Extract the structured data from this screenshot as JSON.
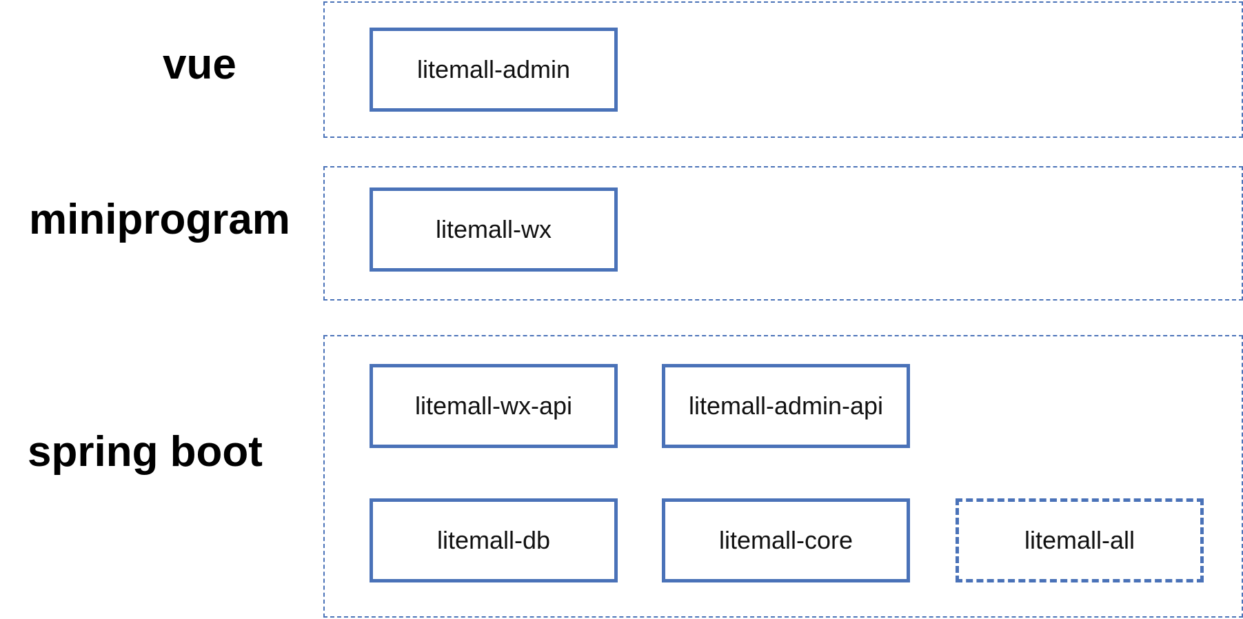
{
  "layers": {
    "vue": {
      "label": "vue",
      "modules": [
        "litemall-admin"
      ]
    },
    "miniprogram": {
      "label": "miniprogram",
      "modules": [
        "litemall-wx"
      ]
    },
    "springboot": {
      "label": "spring boot",
      "modules": [
        "litemall-wx-api",
        "litemall-admin-api",
        "litemall-db",
        "litemall-core",
        "litemall-all"
      ]
    }
  },
  "colors": {
    "box_border": "#4a72b8",
    "text": "#111111"
  }
}
